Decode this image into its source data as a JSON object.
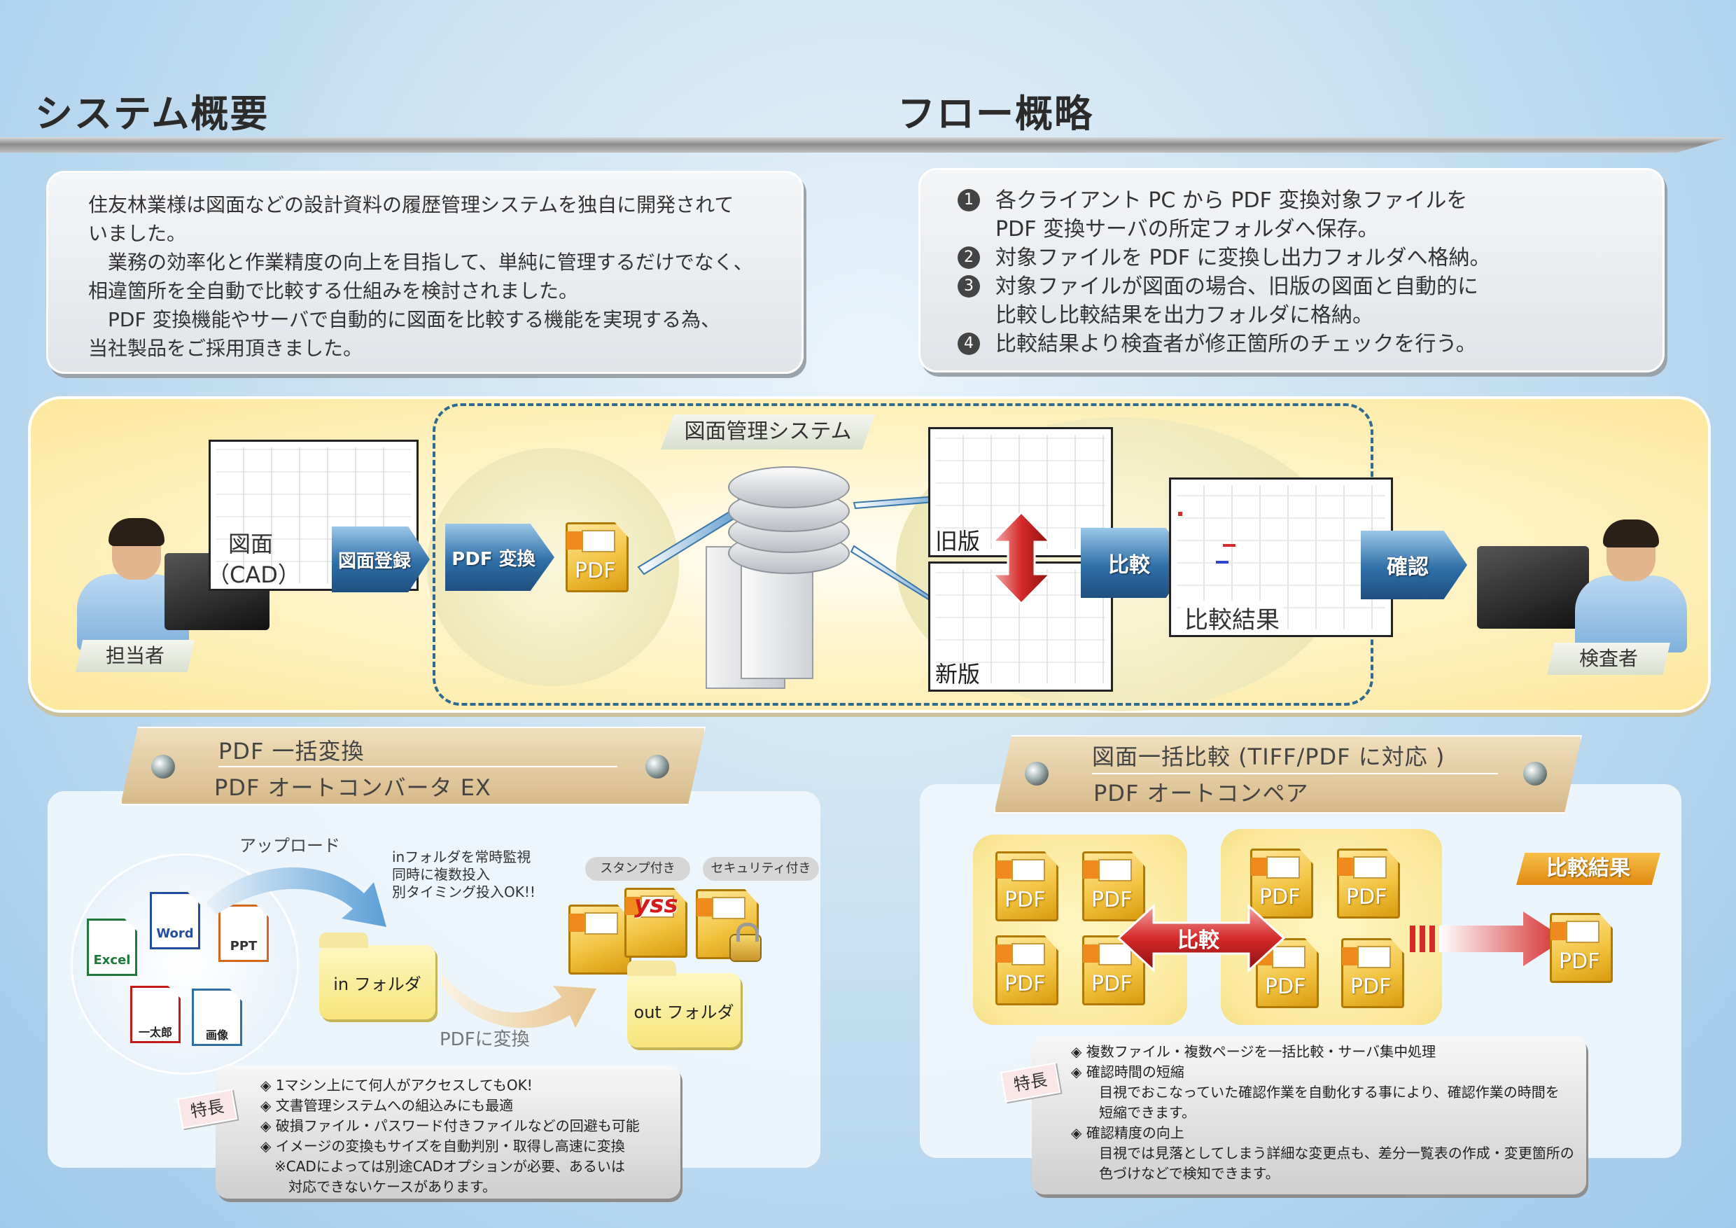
{
  "headings": {
    "overview": "システム概要",
    "flow": "フロー概略"
  },
  "overview_lines": [
    "住友林業様は図面などの設計資料の履歴管理システムを独自に開発されて",
    "いました。",
    "　業務の効率化と作業精度の向上を目指して、単純に管理するだけでなく、",
    "相違箇所を全自動で比較する仕組みを検討されました。",
    "　PDF 変換機能やサーバで自動的に図面を比較する機能を実現する為、",
    "当社製品をご採用頂きました。"
  ],
  "flow_steps": [
    {
      "num": "1",
      "lines": [
        "各クライアント PC から PDF 変換対象ファイルを",
        "PDF 変換サーバの所定フォルダへ保存。"
      ]
    },
    {
      "num": "2",
      "lines": [
        "対象ファイルを PDF に変換し出力フォルダへ格納。"
      ]
    },
    {
      "num": "3",
      "lines": [
        "対象ファイルが図面の場合、旧版の図面と自動的に",
        "比較し比較結果を出力フォルダに格納。"
      ]
    },
    {
      "num": "4",
      "lines": [
        "比較結果より検査者が修正箇所のチェックを行う。"
      ]
    }
  ],
  "diagram": {
    "system_label": "図面管理システム",
    "drawing_label_1": "図面",
    "drawing_label_2": "（CAD）",
    "register": "図面登録",
    "pdf_convert": "PDF 変換",
    "pdf": "PDF",
    "old_version": "旧版",
    "new_version": "新版",
    "compare": "比較",
    "compare_result": "比較結果",
    "confirm": "確認",
    "staff": "担当者",
    "inspector": "検査者"
  },
  "left_product": {
    "line1": "PDF 一括変換",
    "line2": "PDF オートコンバータ EX",
    "upload": "アップロード",
    "watch_note": [
      "inフォルダを常時監視",
      "同時に複数投入",
      "別タイミング投入OK!!"
    ],
    "stamp": "スタンプ付き",
    "security": "セキュリティ付き",
    "yss": "yss",
    "in_folder": "in フォルダ",
    "out_folder": "out フォルダ",
    "to_pdf": "PDFに変換",
    "file_icons": [
      "Excel",
      "Word",
      "PPT",
      "一太郎",
      "画像"
    ],
    "feature_tag": "特長",
    "features": [
      "◈ 1マシン上にて何人がアクセスしてもOK!",
      "◈ 文書管理システムへの組込みにも最適",
      "◈ 破損ファイル・パスワード付きファイルなどの回避も可能",
      "◈ イメージの変換もサイズを自動判別・取得し高速に変換",
      "　※CADによっては別途CADオプションが必要、あるいは",
      "　　対応できないケースがあります。"
    ]
  },
  "right_product": {
    "line1": "図面一括比較 (TIFF/PDF に対応 )",
    "line2": "PDF オートコンペア",
    "compare": "比較",
    "result": "比較結果",
    "pdf": "PDF",
    "feature_tag": "特長",
    "features": [
      "◈ 複数ファイル・複数ページを一括比較・サーバ集中処理",
      "◈ 確認時間の短縮",
      "　　目視でおこなっていた確認作業を自動化する事により、確認作業の時間を",
      "　　短縮できます。",
      "◈ 確認精度の向上",
      "　　目視では見落としてしまう詳細な変更点も、差分一覧表の作成・変更箇所の",
      "　　色づけなどで検知できます。"
    ]
  },
  "colors": {
    "accent_blue": "#2f6fa8",
    "compare_red": "#d42a2a",
    "result_gold": "#f0a81c"
  }
}
